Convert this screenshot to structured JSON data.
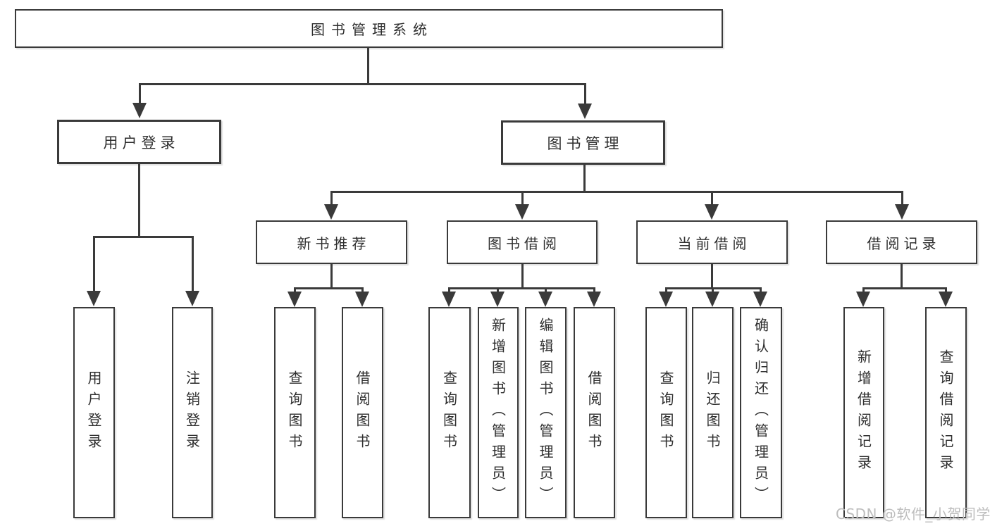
{
  "colors": {
    "line": "#3a3a3a",
    "box_border": "#3a3a3a",
    "text": "#2e2e2e",
    "background": "#ffffff",
    "watermark": "#bdbdbd"
  },
  "root": {
    "label": "图书管理系统"
  },
  "branches": [
    {
      "label": "用户登录",
      "children": [
        {
          "label": "用户登录"
        },
        {
          "label": "注销登录"
        }
      ]
    },
    {
      "label": "图书管理",
      "children": [
        {
          "label": "新书推荐",
          "children": [
            {
              "label": "查询图书"
            },
            {
              "label": "借阅图书"
            }
          ]
        },
        {
          "label": "图书借阅",
          "children": [
            {
              "label": "查询图书"
            },
            {
              "label": "新增图书（管理员）"
            },
            {
              "label": "编辑图书（管理员）"
            },
            {
              "label": "借阅图书"
            }
          ]
        },
        {
          "label": "当前借阅",
          "children": [
            {
              "label": "查询图书"
            },
            {
              "label": "归还图书"
            },
            {
              "label": "确认归还（管理员）"
            }
          ]
        },
        {
          "label": "借阅记录",
          "children": [
            {
              "label": "新增借阅记录"
            },
            {
              "label": "查询借阅记录"
            }
          ]
        }
      ]
    }
  ],
  "watermark": {
    "text": "CSDN @软件_小贺同学"
  }
}
